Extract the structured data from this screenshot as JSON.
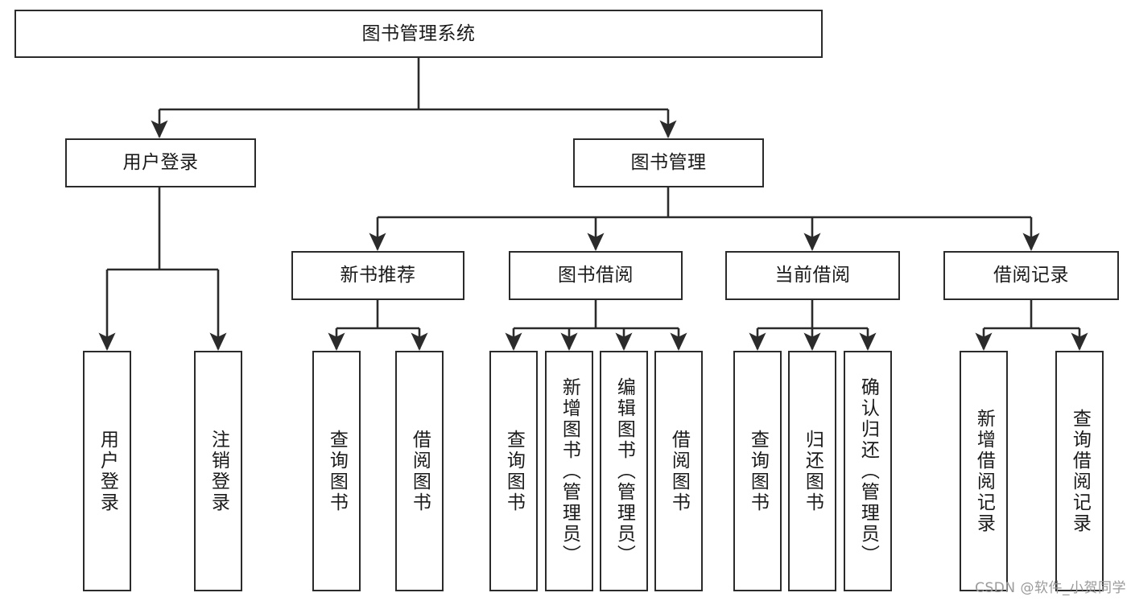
{
  "diagram": {
    "title": "图书管理系统",
    "type": "tree-hierarchy",
    "root": {
      "id": "root",
      "label": "图书管理系统"
    },
    "level2": [
      {
        "id": "user-login",
        "label": "用户登录"
      },
      {
        "id": "book-manage",
        "label": "图书管理"
      }
    ],
    "level3": [
      {
        "id": "new-book-rec",
        "label": "新书推荐",
        "parent": "book-manage"
      },
      {
        "id": "book-borrow",
        "label": "图书借阅",
        "parent": "book-manage"
      },
      {
        "id": "current-borrow",
        "label": "当前借阅",
        "parent": "book-manage"
      },
      {
        "id": "borrow-record",
        "label": "借阅记录",
        "parent": "book-manage"
      }
    ],
    "leaves": [
      {
        "id": "leaf-user-login",
        "label": "用户登录",
        "parent": "user-login"
      },
      {
        "id": "leaf-logout",
        "label": "注销登录",
        "parent": "user-login"
      },
      {
        "id": "leaf-query-book-1",
        "label": "查询图书",
        "parent": "new-book-rec"
      },
      {
        "id": "leaf-borrow-book-1",
        "label": "借阅图书",
        "parent": "new-book-rec"
      },
      {
        "id": "leaf-query-book-2",
        "label": "查询图书",
        "parent": "book-borrow"
      },
      {
        "id": "leaf-add-book",
        "label": "新增图书（管理员）",
        "parent": "book-borrow"
      },
      {
        "id": "leaf-edit-book",
        "label": "编辑图书（管理员）",
        "parent": "book-borrow"
      },
      {
        "id": "leaf-borrow-book-2",
        "label": "借阅图书",
        "parent": "book-borrow"
      },
      {
        "id": "leaf-query-book-3",
        "label": "查询图书",
        "parent": "current-borrow"
      },
      {
        "id": "leaf-return-book",
        "label": "归还图书",
        "parent": "current-borrow"
      },
      {
        "id": "leaf-confirm-return",
        "label": "确认归还（管理员）",
        "parent": "current-borrow"
      },
      {
        "id": "leaf-add-record",
        "label": "新增借阅记录",
        "parent": "borrow-record"
      },
      {
        "id": "leaf-query-record",
        "label": "查询借阅记录",
        "parent": "borrow-record"
      }
    ],
    "colors": {
      "box_border": "#2b2b2b",
      "box_fill": "#ffffff",
      "edge": "#2b2b2b",
      "text": "#1a1a1a",
      "watermark": "#9a9a9a",
      "canvas": "#ffffff"
    }
  },
  "watermark": {
    "text": "CSDN @软件_小贺同学"
  }
}
